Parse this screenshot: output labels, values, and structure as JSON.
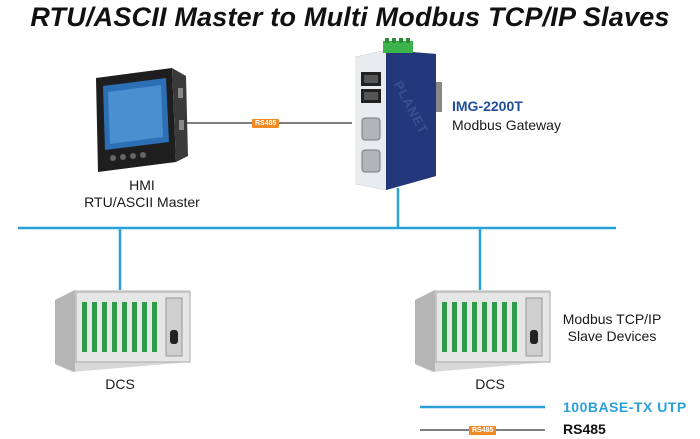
{
  "title": "RTU/ASCII Master to Multi Modbus TCP/IP Slaves",
  "hmi": {
    "line1": "HMI",
    "line2": "RTU/ASCII Master"
  },
  "gateway": {
    "model": "IMG-2200T",
    "description": "Modbus Gateway",
    "brand": "PLANET"
  },
  "rs485_tag": "RS485",
  "dcs_left": {
    "label": "DCS"
  },
  "dcs_right": {
    "label": "DCS"
  },
  "slaves": {
    "line1": "Modbus TCP/IP",
    "line2": "Slave Devices"
  },
  "legend": {
    "ethernet": "100BASE-TX UTP",
    "serial": "RS485"
  },
  "colors": {
    "ethernet": "#2aa0d8",
    "serial": "#555555",
    "tag": "#f08a24",
    "gateway_body": "#1c2a5e",
    "terminal": "#3cb44b"
  }
}
